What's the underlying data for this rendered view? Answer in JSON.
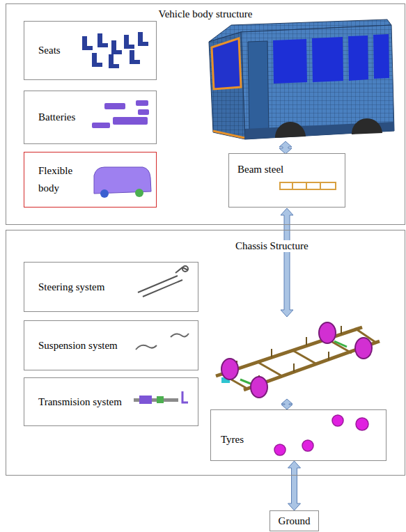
{
  "diagram": {
    "nodes": [
      {
        "text": [
          "Vehicle body structure"
        ]
      },
      {
        "text": [
          "Seats"
        ],
        "in": 0
      },
      {
        "text": [
          "Batteries"
        ],
        "in": 0
      },
      {
        "text": [
          "Flexible body"
        ],
        "in": 0
      },
      {
        "text": [
          "Beam steel"
        ],
        "in": 0
      },
      {
        "text": [
          "Chassis Structure"
        ]
      },
      {
        "text": [
          "Steering system"
        ],
        "in": 5
      },
      {
        "text": [
          "Suspension system"
        ],
        "in": 5
      },
      {
        "text": [
          "Transmision system"
        ],
        "in": 5
      },
      {
        "text": [
          "Tyres"
        ],
        "in": 5
      },
      {
        "text": [
          "Ground"
        ]
      }
    ],
    "edges": [
      {
        "from": 9,
        "to": 10,
        "arrow": "both"
      }
    ]
  }
}
